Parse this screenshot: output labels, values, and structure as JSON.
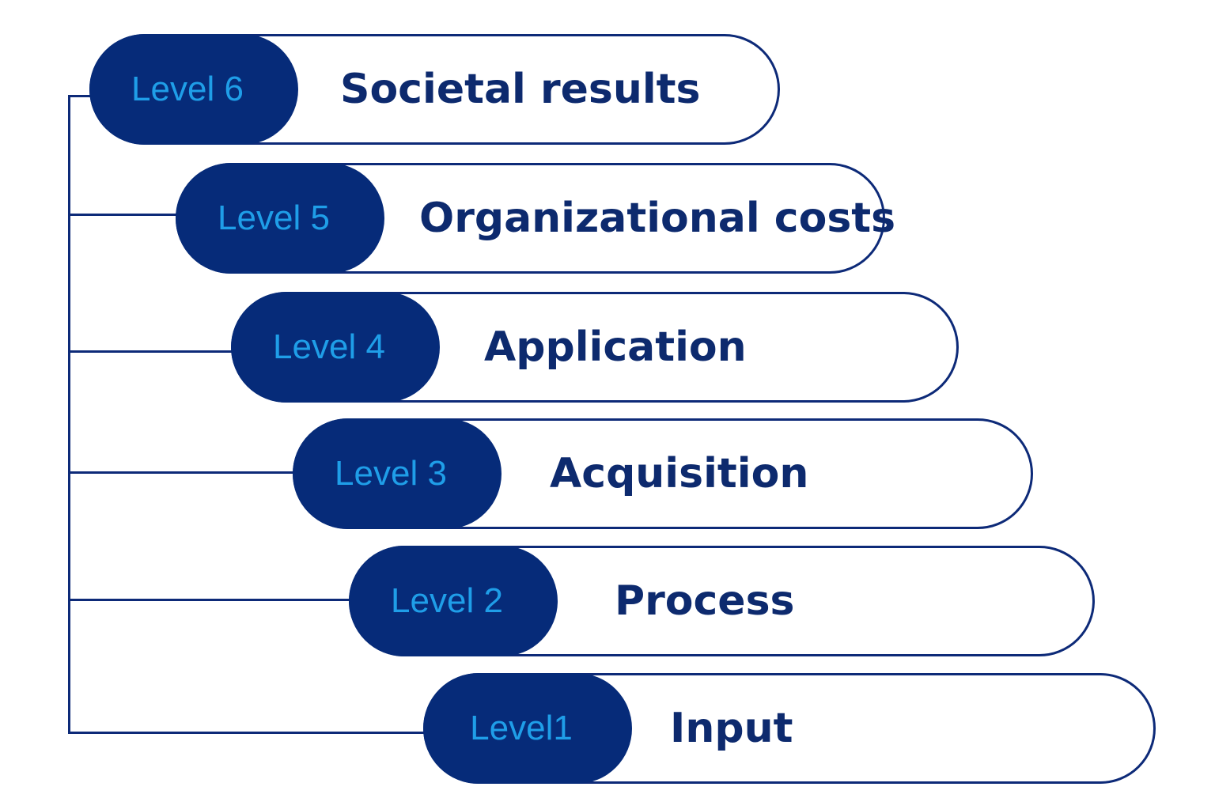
{
  "levels": [
    {
      "id": "level-6",
      "badge": "Level 6",
      "title": "Societal results"
    },
    {
      "id": "level-5",
      "badge": "Level 5",
      "title": "Organizational costs"
    },
    {
      "id": "level-4",
      "badge": "Level 4",
      "title": "Application"
    },
    {
      "id": "level-3",
      "badge": "Level 3",
      "title": "Acquisition"
    },
    {
      "id": "level-2",
      "badge": "Level 2",
      "title": "Process"
    },
    {
      "id": "level-1",
      "badge": "Level1",
      "title": "Input"
    }
  ],
  "colors": {
    "badge_fill": "#062b79",
    "badge_text": "#1f9ee8",
    "outline": "#0d2a78",
    "title_text": "#0d2a6e"
  }
}
